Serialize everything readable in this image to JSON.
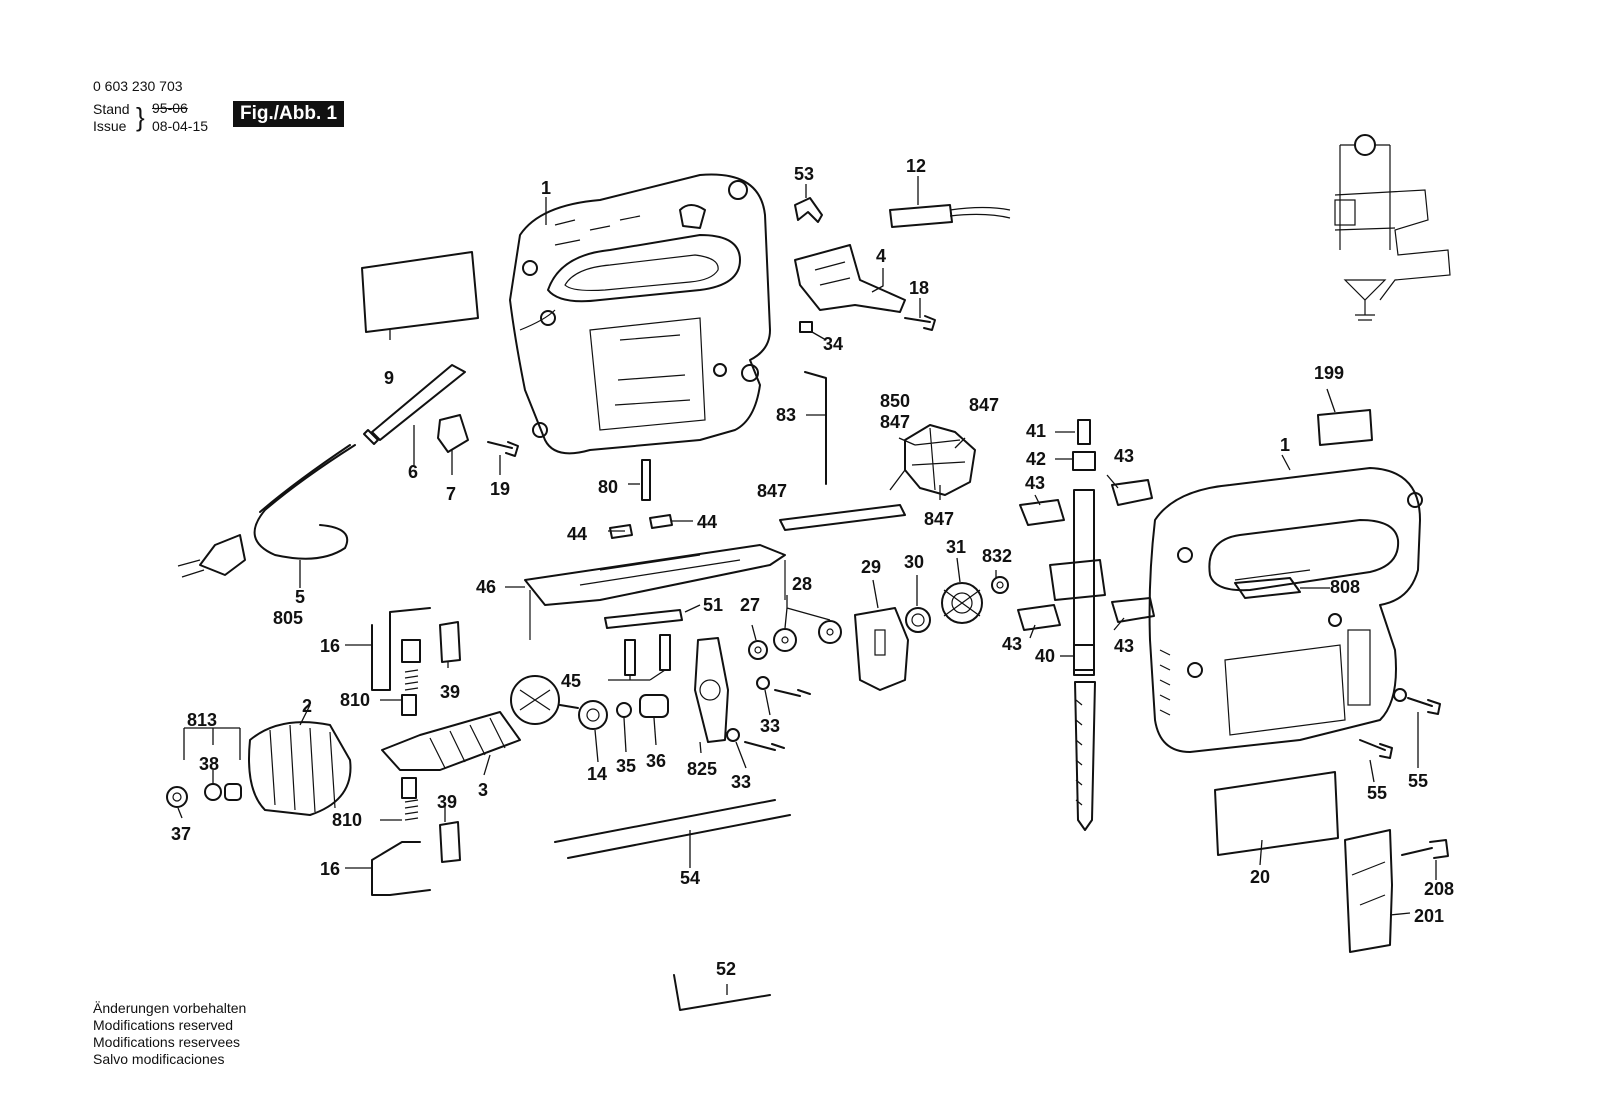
{
  "header": {
    "part_number": "0 603 230 703",
    "stand_label": "Stand",
    "stand_old_date": "95-06",
    "issue_label": "Issue",
    "issue_date": "08-04-15",
    "figure_label": "Fig./Abb. 1"
  },
  "footer": {
    "line1": "Änderungen vorbehalten",
    "line2": "Modifications reserved",
    "line3": "Modifications reservees",
    "line4": "Salvo modificaciones"
  },
  "callouts": {
    "c1a": "1",
    "c53": "53",
    "c12": "12",
    "c4": "4",
    "c18": "18",
    "c34": "34",
    "c9": "9",
    "c83": "83",
    "c6": "6",
    "c7": "7",
    "c19": "19",
    "c80": "80",
    "c5": "5",
    "c805": "805",
    "c850": "850",
    "c847a": "847",
    "c847b": "847",
    "c847c": "847",
    "c847d": "847",
    "c41": "41",
    "c42": "42",
    "c43a": "43",
    "c43b": "43",
    "c43c": "43",
    "c43d": "43",
    "c199": "199",
    "c1b": "1",
    "c44a": "44",
    "c44b": "44",
    "c46": "46",
    "c51": "51",
    "c27": "27",
    "c28": "28",
    "c29": "29",
    "c30": "30",
    "c31": "31",
    "c832": "832",
    "c808": "808",
    "c40": "40",
    "c16a": "16",
    "c39a": "39",
    "c810a": "810",
    "c45": "45",
    "c813": "813",
    "c2": "2",
    "c38": "38",
    "c37": "37",
    "c3": "3",
    "c14": "14",
    "c35": "35",
    "c36": "36",
    "c825": "825",
    "c33a": "33",
    "c33b": "33",
    "c55a": "55",
    "c55b": "55",
    "c39b": "39",
    "c810b": "810",
    "c16b": "16",
    "c54": "54",
    "c20": "20",
    "c208": "208",
    "c201": "201",
    "c52": "52"
  }
}
